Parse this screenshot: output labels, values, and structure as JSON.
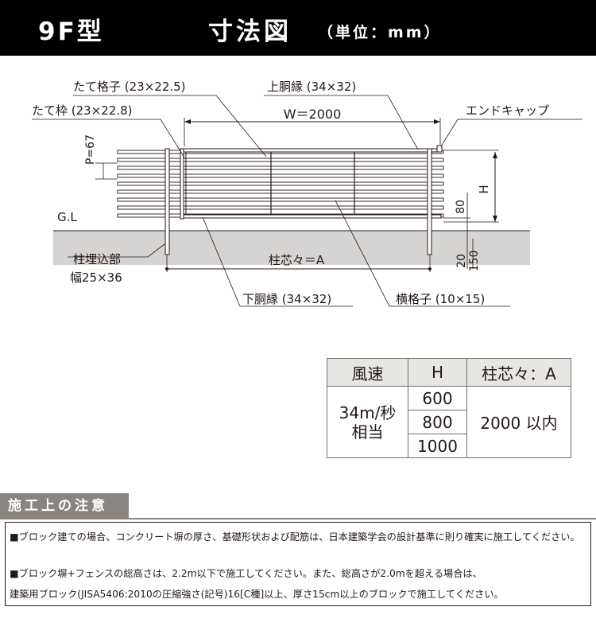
{
  "header": {
    "model": "9F型",
    "title": "寸法図",
    "unit": "（単位：mm）"
  },
  "diagram": {
    "labels": {
      "vertical_lattice": "たて格子 (23×22.5)",
      "vertical_frame": "たて枠 (23×22.8)",
      "upper_rail": "上胴縁 (34×32)",
      "end_cap": "エンドキャップ",
      "width": "W＝2000",
      "pitch": "P=67",
      "height": "H",
      "ground_level": "G.L",
      "dim_80": "80",
      "dim_20": "20",
      "dim_150": "150",
      "post_embed_1": "柱埋込部",
      "post_embed_2": "幅25×36",
      "post_center": "柱芯々＝A",
      "lower_rail": "下胴縁 (34×32)",
      "horizontal_lattice": "横格子 (10×15)"
    },
    "colors": {
      "line": "#231815",
      "ground": "#d6d4d2",
      "slat_fill": "#ffffff"
    }
  },
  "spec_table": {
    "headers": [
      "風速",
      "H",
      "柱芯々：A"
    ],
    "wind_speed": "34m/秒\n相当",
    "heights": [
      "600",
      "800",
      "1000"
    ],
    "post_center": "2000 以内"
  },
  "notes": {
    "title": "施工上の注意",
    "line1": "■ブロック建ての場合、コンクリート塀の厚さ、基礎形状および配筋は、日本建築学会の設計基準に則り確実に施工してください。",
    "line2": "■ブロック塀+フェンスの総高さは、2.2m以下で施工してください。また、総高さが2.0mを超える場合は、",
    "line3": "建築用ブロック(JISA5406:2010の圧縮強さ(記号)16[C種]以上、厚さ15cm以上のブロックで施工してください。"
  }
}
